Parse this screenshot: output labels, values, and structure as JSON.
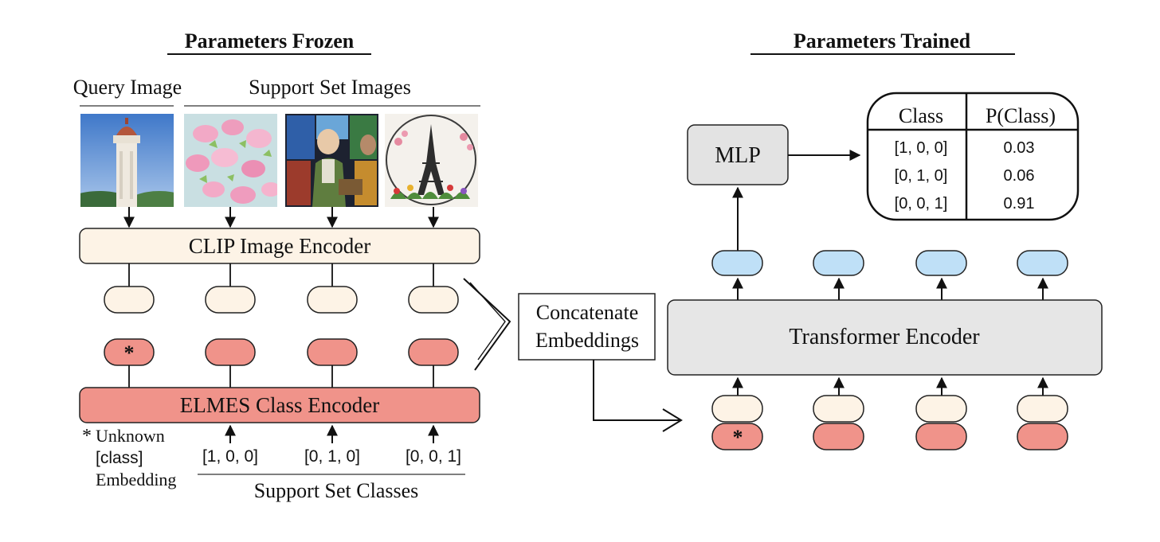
{
  "left_panel": {
    "title": "Parameters Frozen",
    "query_label": "Query Image",
    "support_label": "Support Set Images",
    "images": [
      {
        "name": "query-image-tower",
        "kind": "tower"
      },
      {
        "name": "support-image-flowers",
        "kind": "flowers"
      },
      {
        "name": "support-image-stained-glass",
        "kind": "stainedglass"
      },
      {
        "name": "support-image-eiffel-embroidery",
        "kind": "eiffel"
      }
    ],
    "clip_encoder": "CLIP Image Encoder",
    "unknown_marker": "*",
    "elmes_encoder": "ELMES Class Encoder",
    "footnote": {
      "star": "*",
      "line1": "Unknown",
      "line2": "[class]",
      "line3": "Embedding"
    },
    "support_classes": [
      "[1, 0, 0]",
      "[0, 1, 0]",
      "[0, 0, 1]"
    ],
    "support_classes_label": "Support Set Classes"
  },
  "middle": {
    "concat_line1": "Concatenate",
    "concat_line2": "Embeddings"
  },
  "right_panel": {
    "title": "Parameters Trained",
    "mlp": "MLP",
    "transformer": "Transformer Encoder",
    "unknown_marker": "*",
    "table": {
      "headers": [
        "Class",
        "P(Class)"
      ],
      "rows": [
        [
          "[1, 0, 0]",
          "0.03"
        ],
        [
          "[0, 1, 0]",
          "0.06"
        ],
        [
          "[0, 0, 1]",
          "0.91"
        ]
      ]
    }
  },
  "colors": {
    "image_token": "#fdf3e6",
    "class_token": "#f0938a",
    "output_token": "#bfe0f7",
    "transformer_fill": "#e6e6e6",
    "mlp_fill": "#e3e3e3",
    "line": "#111111"
  }
}
